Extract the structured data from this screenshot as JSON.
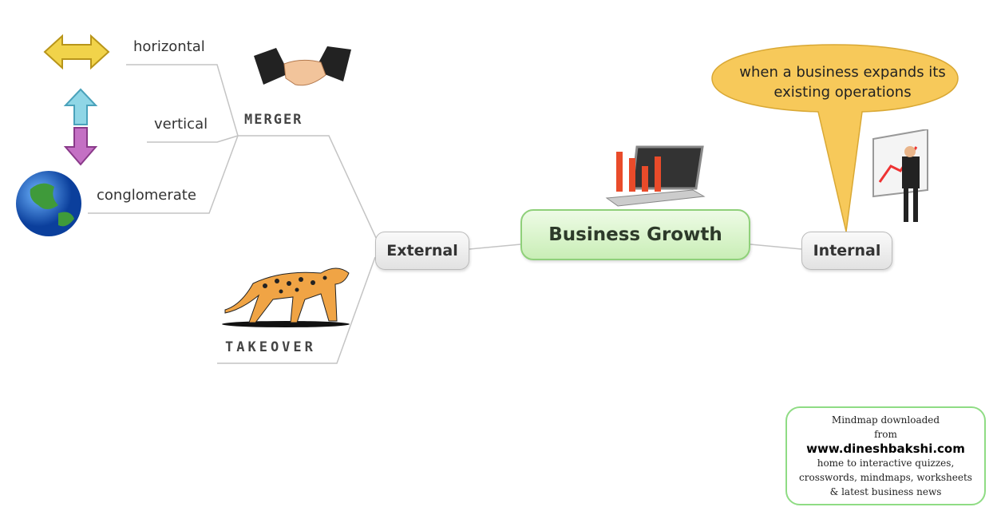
{
  "center": {
    "label": "Business Growth"
  },
  "branches": {
    "external": {
      "label": "External"
    },
    "internal": {
      "label": "Internal",
      "note": "when a business expands its existing operations"
    }
  },
  "merger": {
    "label": "MERGER",
    "types": [
      "horizontal",
      "vertical",
      "conglomerate"
    ]
  },
  "takeover": {
    "label": "TAKEOVER"
  },
  "credit": {
    "line1": "Mindmap downloaded",
    "line2": "from",
    "url": "www.dineshbakshi.com",
    "line3": "home to interactive quizzes,",
    "line4": "crosswords, mindmaps, worksheets",
    "line5": "& latest business news"
  },
  "colors": {
    "center_border": "#8fd07a",
    "callout": "#f7c95a",
    "credit_border": "#8fdc84"
  }
}
